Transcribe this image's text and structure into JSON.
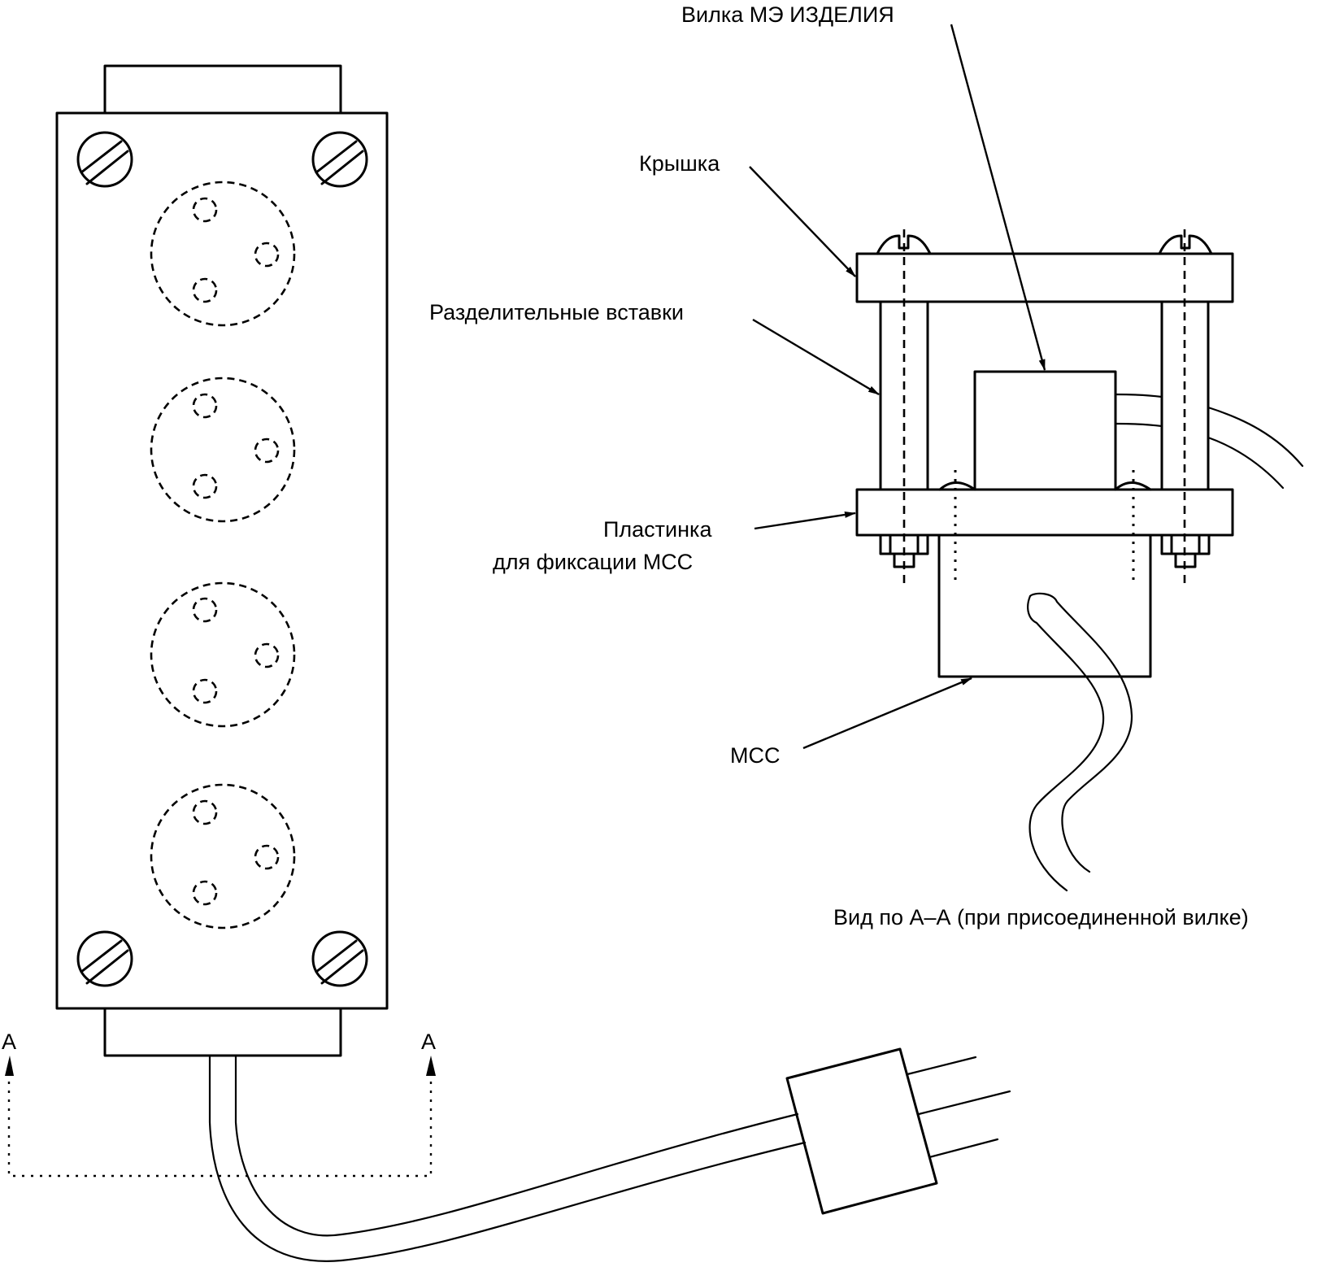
{
  "diagram": {
    "title": "Power strip with MCC fixing assembly",
    "colors": {
      "line": "#000000",
      "background": "#ffffff"
    },
    "labels": {
      "plug_of_device": "Вилка МЭ ИЗДЕЛИЯ",
      "cover": "Крышка",
      "separating_inserts": "Разделительные вставки",
      "plate_line1": "Пластинка",
      "plate_line2": "для фиксации МСС",
      "mcc": "МСС",
      "view_caption": "Вид по А–А (при присоединенной вилке)",
      "section_mark_left": "А",
      "section_mark_right": "А"
    },
    "power_strip": {
      "socket_count": 4,
      "pins_per_socket": 3,
      "corner_screws": 4
    },
    "plug": {
      "prongs": 3
    }
  }
}
